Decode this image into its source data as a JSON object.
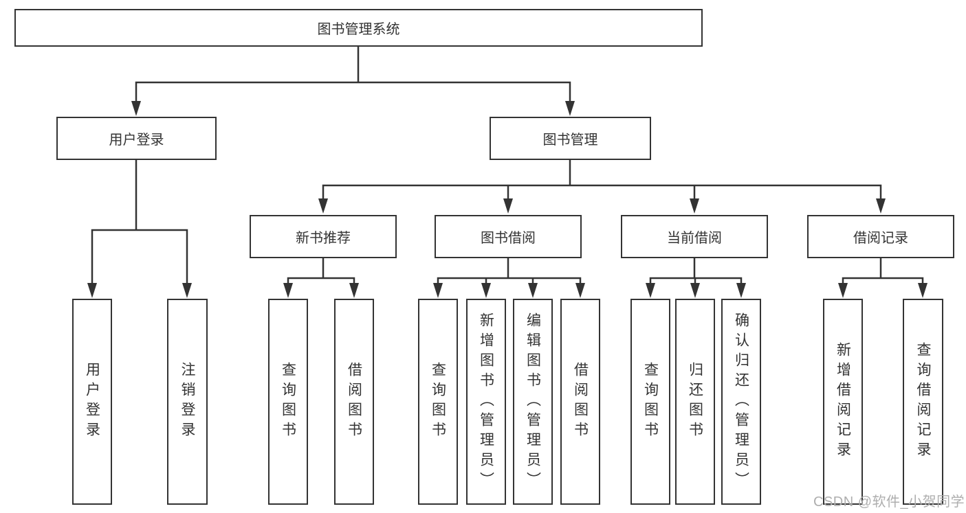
{
  "watermark": "CSDN @软件_小贺同学",
  "colors": {
    "line": "#333333",
    "text": "#333333",
    "box_fill": "#ffffff",
    "background": "#ffffff",
    "watermark": "#aeaeae"
  },
  "tree": {
    "root": "图书管理系统",
    "children": [
      {
        "label": "用户登录",
        "children": [
          "用户登录",
          "注销登录"
        ]
      },
      {
        "label": "图书管理",
        "children": [
          {
            "label": "新书推荐",
            "children": [
              "查询图书",
              "借阅图书"
            ]
          },
          {
            "label": "图书借阅",
            "children": [
              "查询图书",
              "新增图书（管理员）",
              "编辑图书（管理员）",
              "借阅图书"
            ]
          },
          {
            "label": "当前借阅",
            "children": [
              "查询图书",
              "归还图书",
              "确认归还（管理员）"
            ]
          },
          {
            "label": "借阅记录",
            "children": [
              "新增借阅记录",
              "查询借阅记录"
            ]
          }
        ]
      }
    ]
  }
}
